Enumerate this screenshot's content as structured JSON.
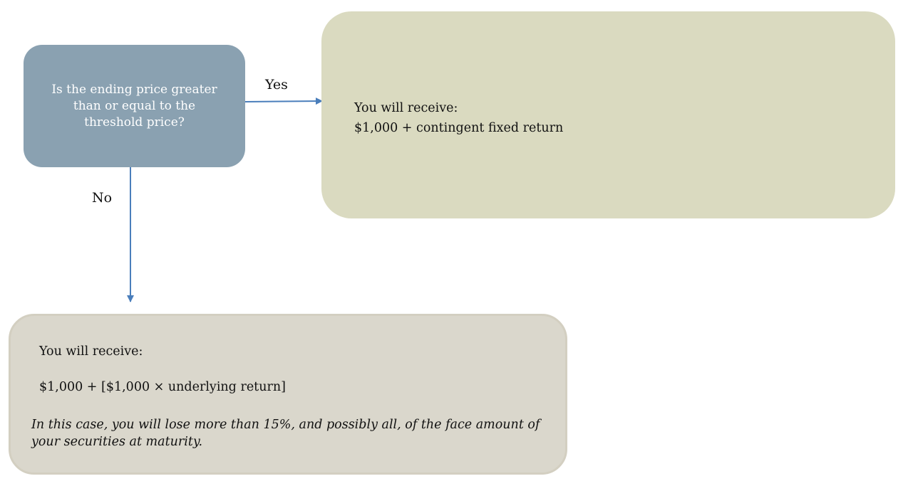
{
  "decision": {
    "text": "Is the ending price greater than or equal to the threshold price?"
  },
  "yes_branch": {
    "label": "Yes",
    "line1": "You will receive:",
    "line2": "$1,000 + contingent fixed return"
  },
  "no_branch": {
    "label": "No",
    "line1": "You will receive:",
    "line2": "$1,000 + [$1,000 × underlying return]",
    "note": "In this case, you will lose more than 15%, and possibly all, of the face amount of your securities at maturity."
  },
  "colors": {
    "decision": "#8aa1b1",
    "yes_box": "#dadac0",
    "no_box": "#dad7cc",
    "arrow": "#4a7ebb"
  }
}
